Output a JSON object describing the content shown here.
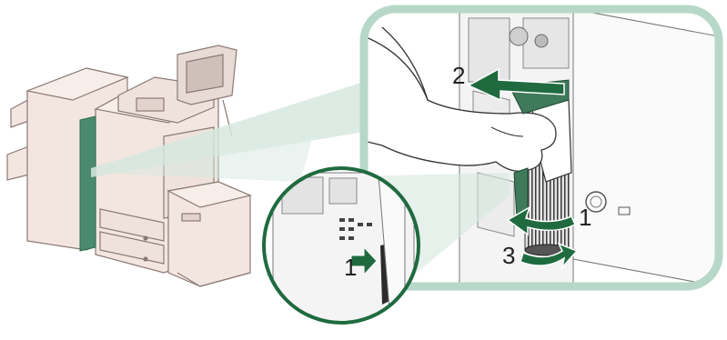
{
  "steps": {
    "step_pull": "2",
    "step_knob_top": "1",
    "step_knob_bottom": "3",
    "step_lever": "1"
  },
  "colors": {
    "highlight_green": "#4a8a6e",
    "arrow_green": "#1f6b3f",
    "zoom_frame": "#b7d8c8",
    "machine_fill": "#f3e6e1",
    "machine_line": "#8a7a74"
  },
  "icons": {
    "pull_arrow": "arrow-left-icon",
    "rotate_arrow": "rotate-arrow-icon",
    "push_arrow": "arrow-right-icon"
  }
}
